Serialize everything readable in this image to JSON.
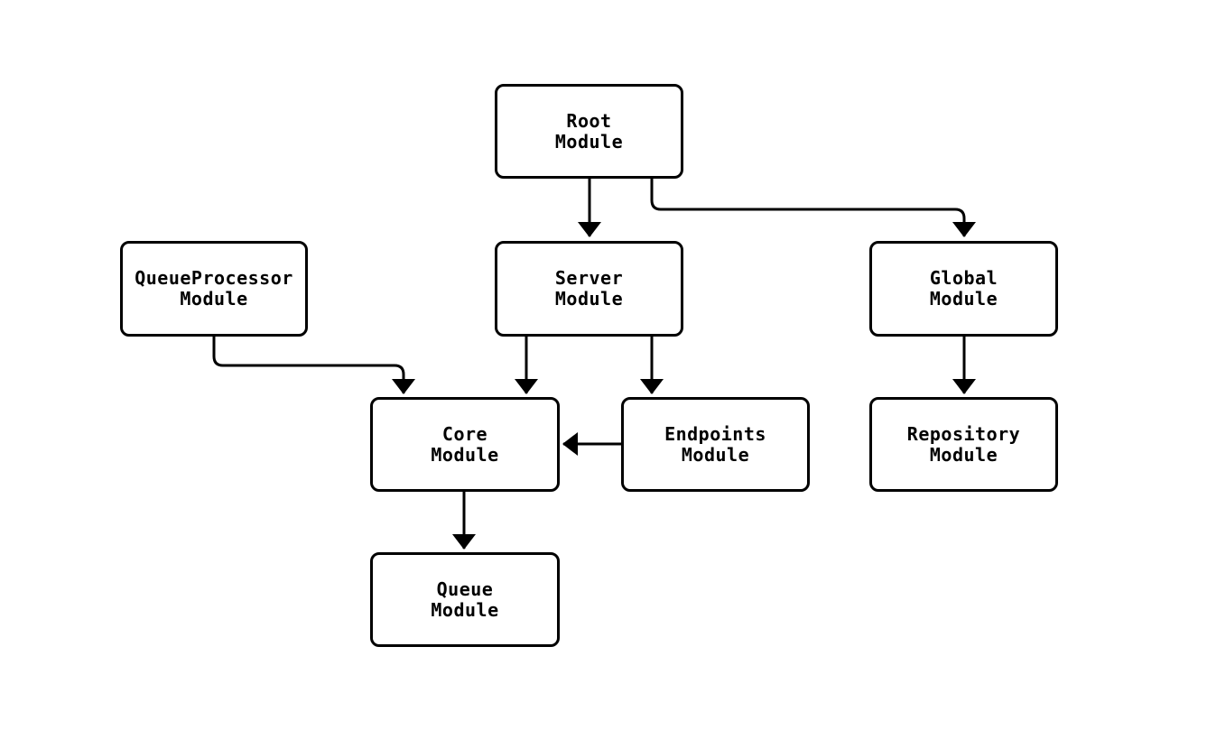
{
  "diagram": {
    "type": "flowchart",
    "colors": {
      "background": "#ffffff",
      "node_fill": "#ffffff",
      "node_border": "#000000",
      "text": "#000000",
      "edge": "#000000"
    },
    "nodes": [
      {
        "id": "root",
        "label": "Root\nModule"
      },
      {
        "id": "queueprocessor",
        "label": "QueueProcessor\nModule"
      },
      {
        "id": "server",
        "label": "Server\nModule"
      },
      {
        "id": "global",
        "label": "Global\nModule"
      },
      {
        "id": "core",
        "label": "Core\nModule"
      },
      {
        "id": "endpoints",
        "label": "Endpoints\nModule"
      },
      {
        "id": "repository",
        "label": "Repository\nModule"
      },
      {
        "id": "queue",
        "label": "Queue\nModule"
      }
    ],
    "edges": [
      {
        "from": "root",
        "to": "server"
      },
      {
        "from": "root",
        "to": "global"
      },
      {
        "from": "queueprocessor",
        "to": "core"
      },
      {
        "from": "server",
        "to": "core"
      },
      {
        "from": "server",
        "to": "endpoints"
      },
      {
        "from": "endpoints",
        "to": "core"
      },
      {
        "from": "global",
        "to": "repository"
      },
      {
        "from": "core",
        "to": "queue"
      }
    ]
  }
}
